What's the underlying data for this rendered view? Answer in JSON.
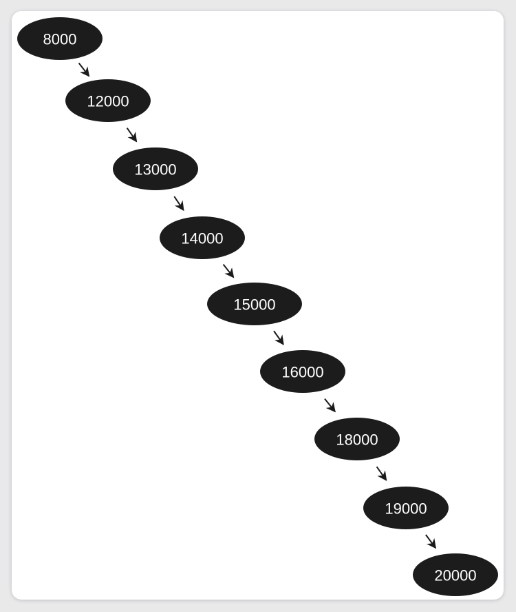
{
  "diagram": {
    "nodes": [
      {
        "id": "n0",
        "label": "8000"
      },
      {
        "id": "n1",
        "label": "12000"
      },
      {
        "id": "n2",
        "label": "13000"
      },
      {
        "id": "n3",
        "label": "14000"
      },
      {
        "id": "n4",
        "label": "15000"
      },
      {
        "id": "n5",
        "label": "16000"
      },
      {
        "id": "n6",
        "label": "18000"
      },
      {
        "id": "n7",
        "label": "19000"
      },
      {
        "id": "n8",
        "label": "20000"
      }
    ],
    "edges": [
      {
        "from": "n0",
        "to": "n1"
      },
      {
        "from": "n1",
        "to": "n2"
      },
      {
        "from": "n2",
        "to": "n3"
      },
      {
        "from": "n3",
        "to": "n4"
      },
      {
        "from": "n4",
        "to": "n5"
      },
      {
        "from": "n5",
        "to": "n6"
      },
      {
        "from": "n6",
        "to": "n7"
      },
      {
        "from": "n7",
        "to": "n8"
      }
    ],
    "colors": {
      "node_fill": "#1c1c1c",
      "node_text": "#ffffff",
      "arrow": "#1a1a1a",
      "background": "#ffffff"
    }
  }
}
